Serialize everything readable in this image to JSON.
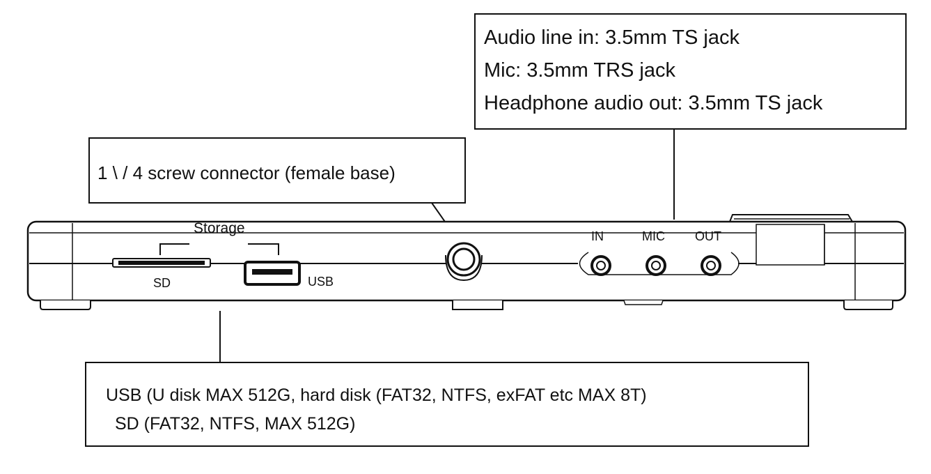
{
  "callouts": {
    "audio": {
      "lines": [
        "Audio line in: 3.5mm TS jack",
        "Mic: 3.5mm TRS jack",
        "Headphone audio out: 3.5mm TS jack"
      ]
    },
    "screw": {
      "text": "1 \\ / 4 screw connector (female base)"
    },
    "storage_formats": {
      "lines": [
        "USB (U disk MAX 512G, hard disk (FAT32, NTFS, exFAT etc MAX 8T)",
        "SD (FAT32, NTFS, MAX 512G)"
      ]
    }
  },
  "device": {
    "storage_label": "Storage",
    "sd_label": "SD",
    "usb_label": "USB",
    "jack_labels": [
      "IN",
      "MIC",
      "OUT"
    ]
  },
  "colors": {
    "line": "#111111",
    "background": "#ffffff"
  }
}
